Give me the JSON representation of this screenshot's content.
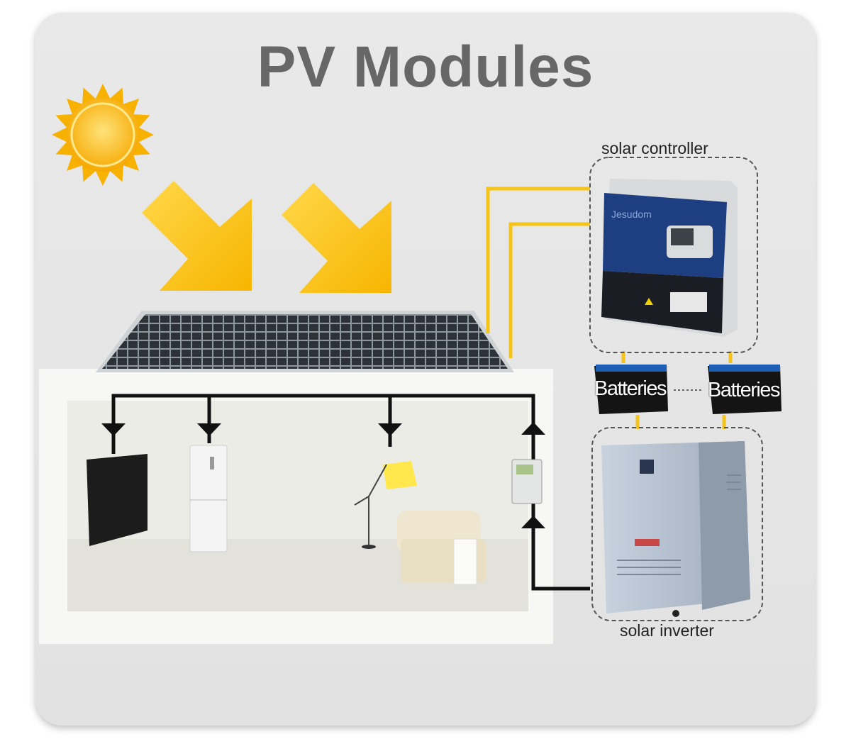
{
  "title": "PV Modules",
  "labels": {
    "controller": "solar controller",
    "inverter": "solar inverter",
    "battery_1": "Batteries",
    "battery_2": "Batteries"
  },
  "device_brand": "Jesudom",
  "colors": {
    "wire_dc": "#f6c31a",
    "wire_ac": "#111111",
    "arrow": "#f8c400",
    "sun": "#fbbf16"
  },
  "icons": [
    "sun-icon",
    "sunlight-arrow-icon",
    "solar-panel-icon",
    "tv-icon",
    "fridge-icon",
    "lamp-icon",
    "sofa-icon",
    "meter-icon",
    "battery-icon",
    "controller-icon",
    "inverter-icon"
  ]
}
